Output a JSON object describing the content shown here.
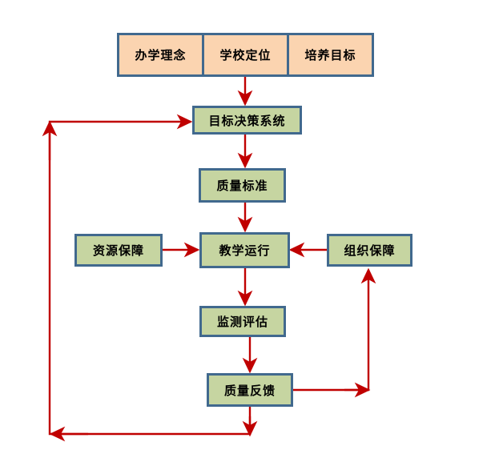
{
  "diagram": {
    "type": "flowchart",
    "title": "",
    "colors": {
      "box_border": "#41698E",
      "box_fill_green": "#C6D5A1",
      "box_fill_peach": "#FBD4B0",
      "arrow": "#C00000",
      "background": "#FFFFFF",
      "text": "#000000"
    },
    "top_group": {
      "cells": [
        {
          "label": "办学理念"
        },
        {
          "label": "学校定位"
        },
        {
          "label": "培养目标"
        }
      ]
    },
    "nodes": [
      {
        "id": "goal_system",
        "label": "目标决策系统"
      },
      {
        "id": "quality_std",
        "label": "质量标准"
      },
      {
        "id": "resource",
        "label": "资源保障"
      },
      {
        "id": "teaching_run",
        "label": "教学运行"
      },
      {
        "id": "organization",
        "label": "组织保障"
      },
      {
        "id": "monitoring",
        "label": "监测评估"
      },
      {
        "id": "feedback",
        "label": "质量反馈"
      }
    ],
    "edges": [
      {
        "from": "top_group",
        "to": "goal_system",
        "label": ""
      },
      {
        "from": "goal_system",
        "to": "quality_std",
        "label": ""
      },
      {
        "from": "quality_std",
        "to": "teaching_run",
        "label": ""
      },
      {
        "from": "resource",
        "to": "teaching_run",
        "label": ""
      },
      {
        "from": "organization",
        "to": "teaching_run",
        "label": ""
      },
      {
        "from": "teaching_run",
        "to": "monitoring",
        "label": ""
      },
      {
        "from": "monitoring",
        "to": "feedback",
        "label": ""
      },
      {
        "from": "feedback",
        "to": "organization",
        "label": ""
      },
      {
        "from": "feedback",
        "to": "goal_system",
        "label": ""
      }
    ]
  }
}
